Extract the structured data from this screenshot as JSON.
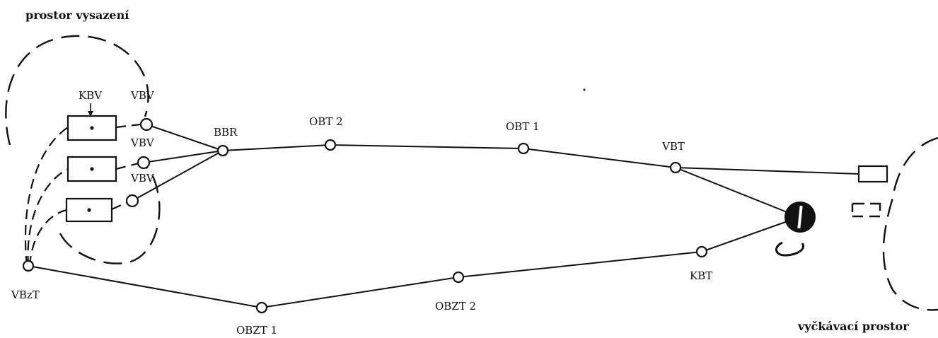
{
  "diagram": {
    "labels": {
      "landing_area": "prostor vysazení",
      "waiting_area": "vyčkávací prostor",
      "kbv": "KBV",
      "vbv_1": "VBV",
      "vbv_2": "VBV",
      "vbv_3": "VBV",
      "bbr": "BBR",
      "obt2": "OBT 2",
      "obt1": "OBT 1",
      "vbt": "VBT",
      "kbt": "KBT",
      "vbzt": "VBzT",
      "obzt1": "OBZT 1",
      "obzt2": "OBZT 2"
    },
    "nodes": [
      "VBV",
      "VBV",
      "VBV",
      "BBR",
      "OBT 2",
      "OBT 1",
      "VBT",
      "KBT",
      "VBzT",
      "OBZT 1",
      "OBZT 2"
    ],
    "edges": [
      [
        "VBV",
        "BBR"
      ],
      [
        "VBV",
        "BBR"
      ],
      [
        "VBV",
        "BBR"
      ],
      [
        "BBR",
        "OBT 2"
      ],
      [
        "OBT 2",
        "OBT 1"
      ],
      [
        "OBT 1",
        "VBT"
      ],
      [
        "VBT",
        "target"
      ],
      [
        "target",
        "KBT"
      ],
      [
        "KBT",
        "OBZT 2"
      ],
      [
        "OBZT 2",
        "OBZT 1"
      ],
      [
        "OBZT 1",
        "VBzT"
      ]
    ]
  }
}
